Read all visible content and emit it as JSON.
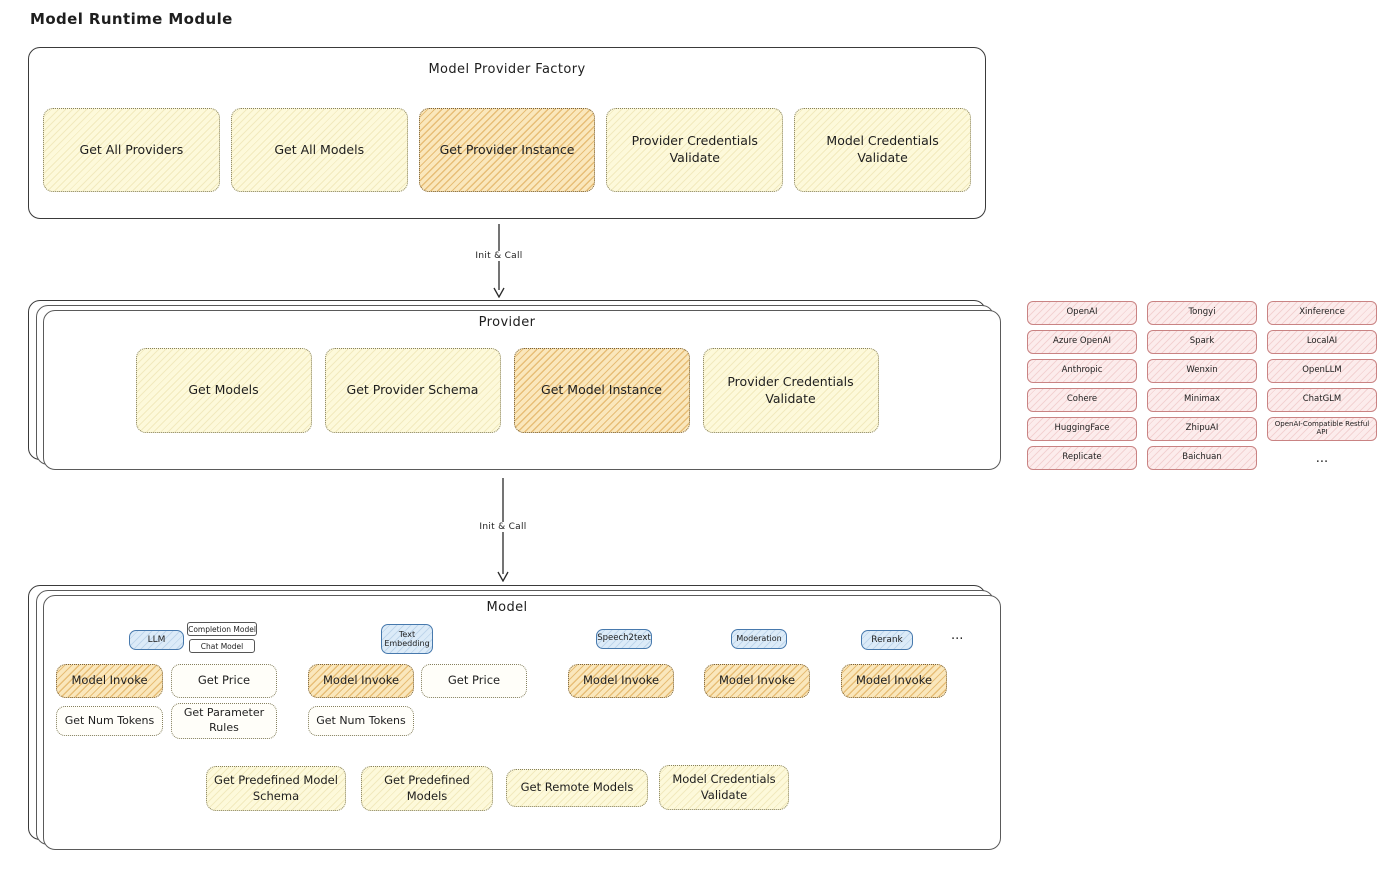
{
  "page_title": "Model Runtime Module",
  "colors": {
    "box_fill_yellow": "#fdf9da",
    "box_fill_highlight": "#fae7bc",
    "provider_chip_fill": "#fcecec",
    "type_tag_fill": "#dcebf8",
    "stroke": "#1e1e1e"
  },
  "flow": {
    "arrow1_label": "Init & Call",
    "arrow2_label": "Init & Call"
  },
  "factory": {
    "title": "Model Provider Factory",
    "boxes": [
      {
        "label": "Get All Providers",
        "highlighted": false
      },
      {
        "label": "Get All Models",
        "highlighted": false
      },
      {
        "label": "Get Provider Instance",
        "highlighted": true
      },
      {
        "label": "Provider Credentials Validate",
        "highlighted": false
      },
      {
        "label": "Model Credentials Validate",
        "highlighted": false
      }
    ]
  },
  "provider": {
    "title": "Provider",
    "boxes": [
      {
        "label": "Get Models",
        "highlighted": false
      },
      {
        "label": "Get Provider Schema",
        "highlighted": false
      },
      {
        "label": "Get Model Instance",
        "highlighted": true
      },
      {
        "label": "Provider Credentials Validate",
        "highlighted": false
      }
    ]
  },
  "provider_list": {
    "items": [
      "OpenAI",
      "Tongyi",
      "Xinference",
      "Azure OpenAI",
      "Spark",
      "LocalAI",
      "Anthropic",
      "Wenxin",
      "OpenLLM",
      "Cohere",
      "Minimax",
      "ChatGLM",
      "HuggingFace",
      "ZhipuAI",
      "OpenAI-Compatible Restful API",
      "Replicate",
      "Baichuan"
    ],
    "more": "..."
  },
  "model": {
    "title": "Model",
    "tags": {
      "llm": "LLM",
      "completion": "Completion Model",
      "chat": "Chat Model",
      "embedding": "Text Embedding",
      "speech2text": "Speech2text",
      "moderation": "Moderation",
      "rerank": "Rerank",
      "more": "..."
    },
    "fn": {
      "model_invoke": "Model Invoke",
      "get_price": "Get Price",
      "get_num_tokens": "Get Num Tokens",
      "get_parameter_rules": "Get Parameter Rules"
    },
    "bottom": [
      {
        "label": "Get Predefined Model Schema"
      },
      {
        "label": "Get Predefined Models"
      },
      {
        "label": "Get Remote Models"
      },
      {
        "label": "Model Credentials Validate"
      }
    ]
  }
}
